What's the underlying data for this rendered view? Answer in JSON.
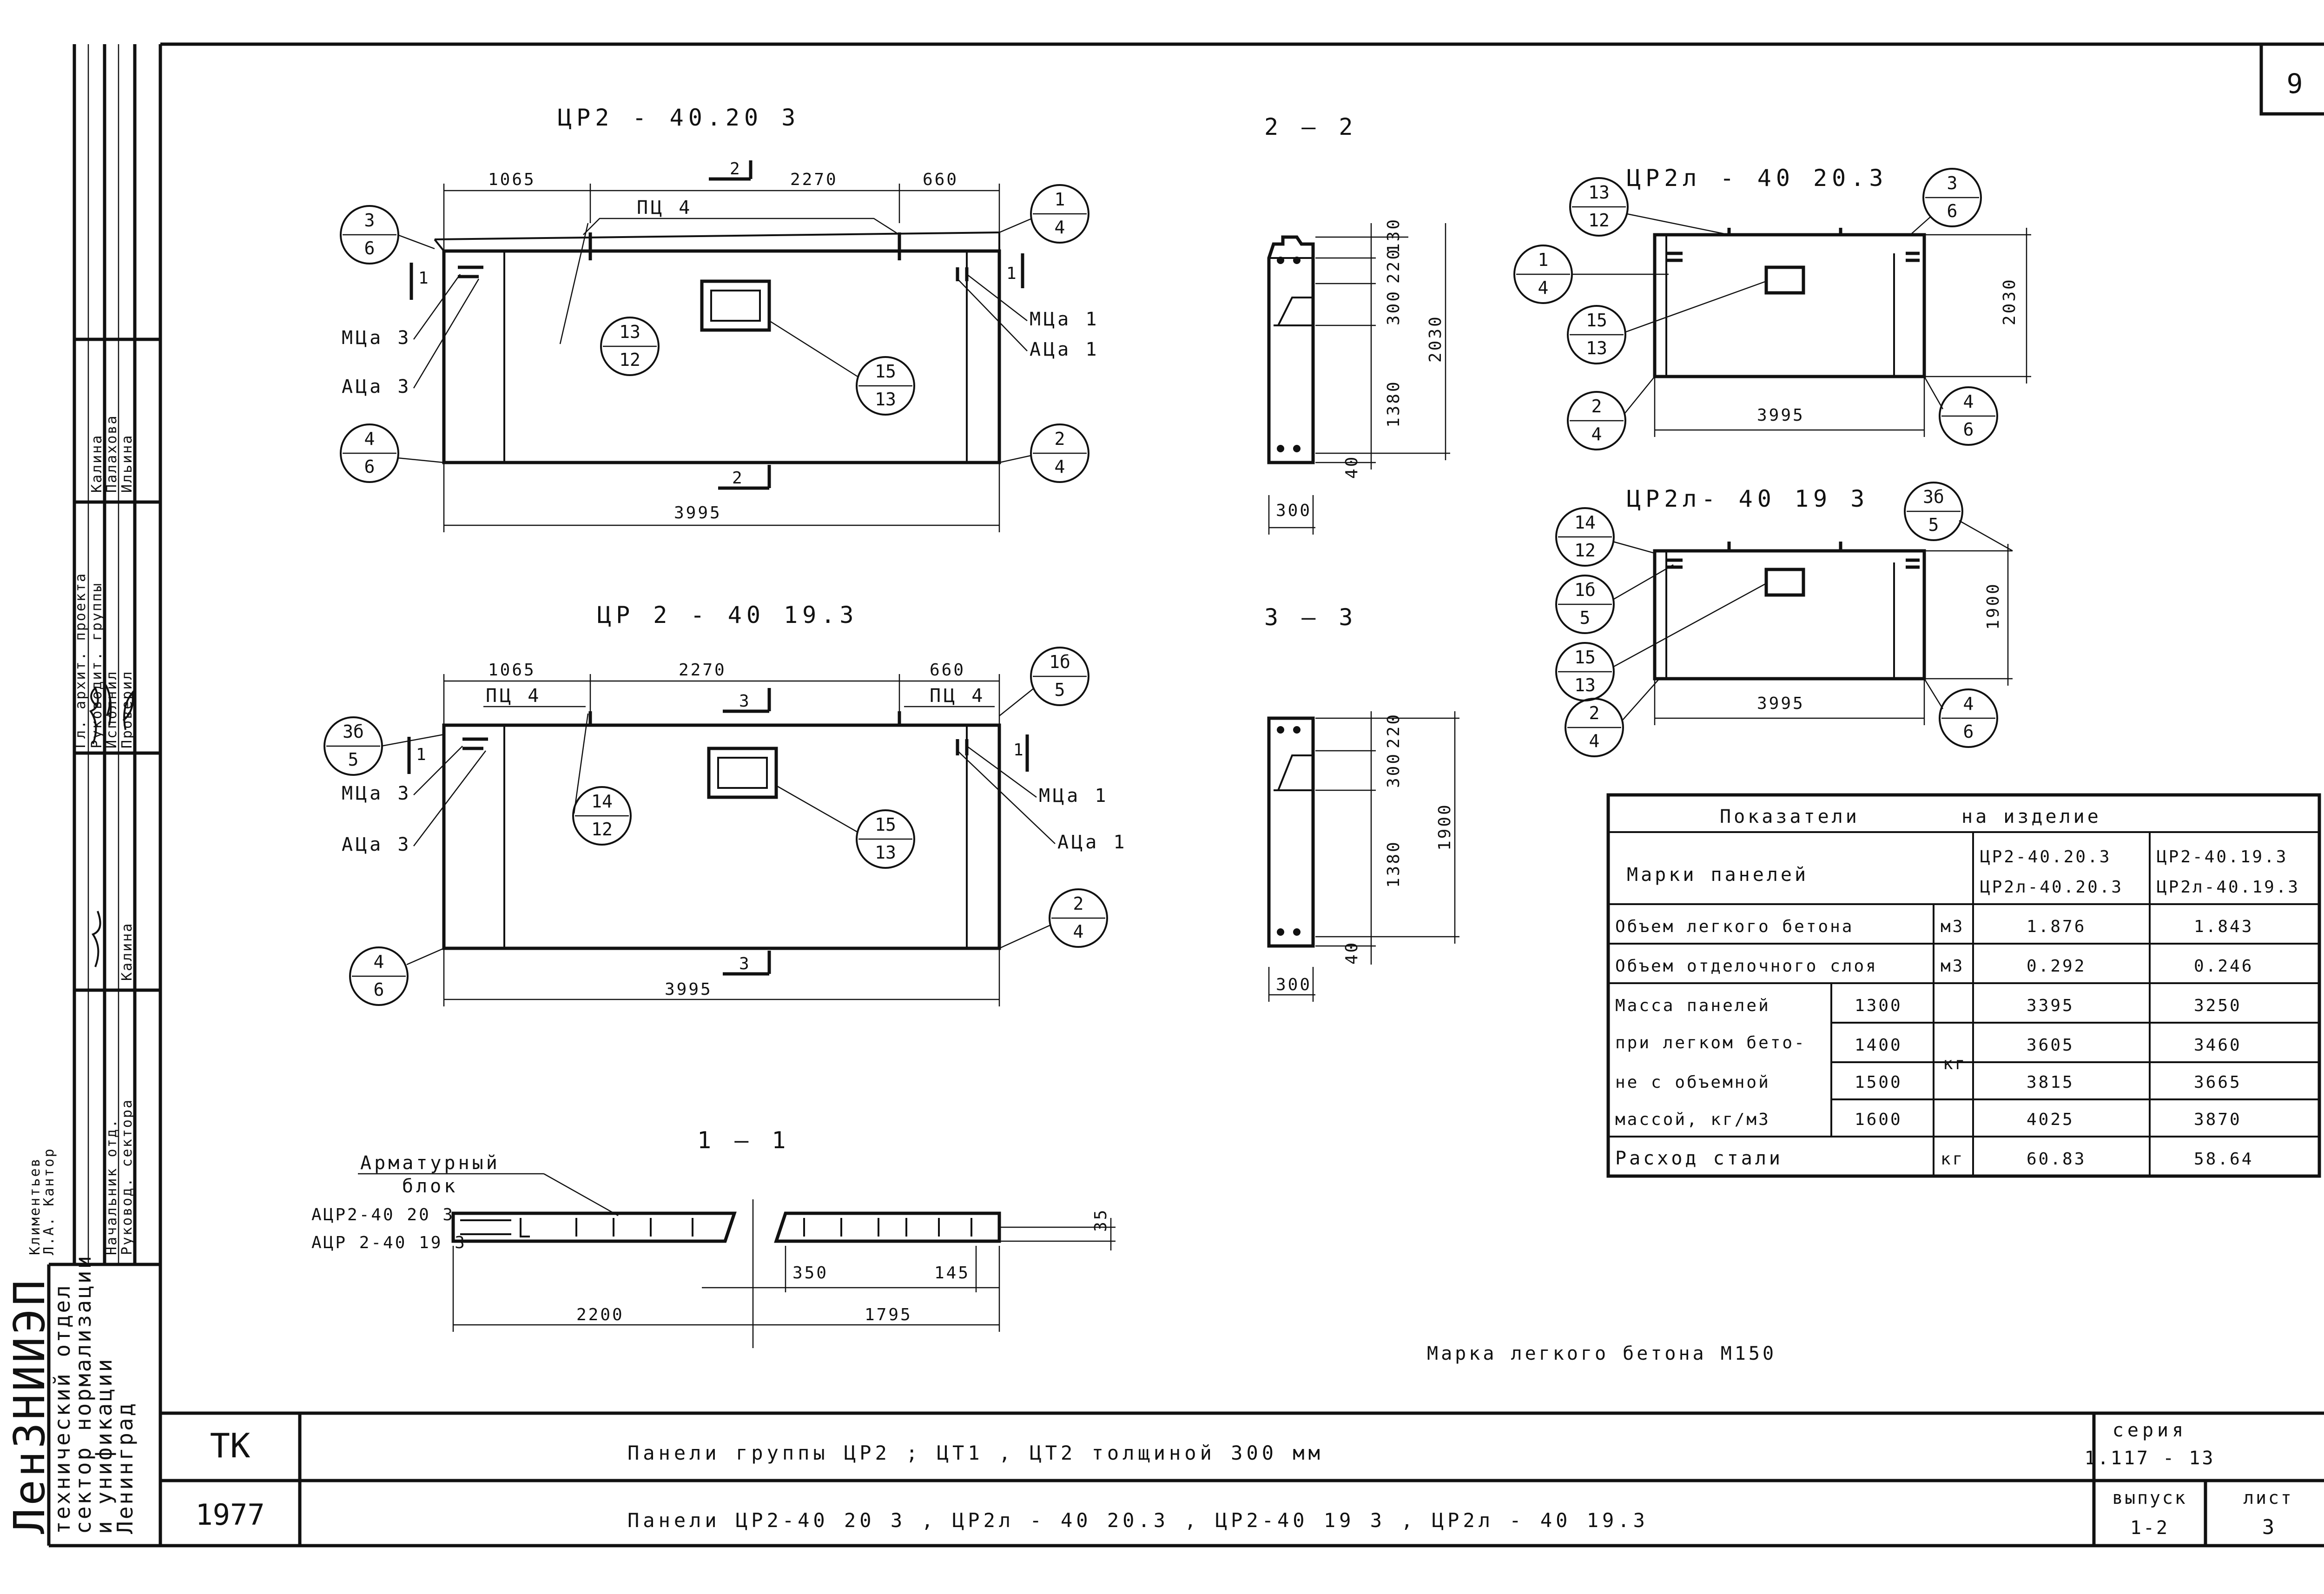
{
  "sheet": {
    "number": "9",
    "mark": "ТК",
    "year": "1977",
    "title_line1": "Панели    группы    ЦР2 ;  ЦТ1 ,  ЦТ2    толщиной     300 мм",
    "title_line2": "Панели   ЦР2-40 20 3 ,  ЦР2л - 40 20.3 ,  ЦР2-40 19 3 ,  ЦР2л - 40 19.3",
    "series_label": "серия",
    "series_value": "1.117 - 13",
    "issue_label": "выпуск",
    "issue_value": "1-2",
    "sheet_label": "лист",
    "sheet_value": "3",
    "concrete_note": "Марка легкого бетона  М150"
  },
  "stamp": {
    "org_line1": "ЛенЗНИИЭП",
    "org_line2": "технический отдел",
    "org_line3": "сектор нормализации",
    "org_line4": "и унификации",
    "org_line5": "Ленинград",
    "roles": [
      "Гл. архит. проекта",
      "Руководит. группы",
      "Исполнил",
      "Проверил",
      "Начальник отд.",
      "Руковод. сектора"
    ],
    "names": [
      "Калина",
      "Палахова",
      "Ильина",
      "Калина"
    ],
    "small_left1": "Климентьев",
    "small_left2": "Л.А. Кантор"
  },
  "panels": {
    "p1": {
      "title": "ЦР2 - 40.20 3",
      "dim_top": [
        "1065",
        "2270",
        "660"
      ],
      "dim_bottom": "3995",
      "label_pc": "ПЦ 4",
      "label_mc": "МЦа 3",
      "label_ac": "АЦа 3",
      "label_mc_r": "МЦа 1",
      "label_ac_r": "АЦа 1",
      "sec_top": "2",
      "sec_bot": "2",
      "sec_left": "1",
      "sec_right": "1",
      "c1": [
        "3",
        "6"
      ],
      "c2": [
        "13",
        "12"
      ],
      "c3": [
        "15",
        "13"
      ],
      "c4": [
        "1",
        "4"
      ],
      "c5": [
        "4",
        "6"
      ],
      "c6": [
        "2",
        "4"
      ]
    },
    "p2": {
      "title": "ЦР 2 - 40 19.3",
      "dim_top": [
        "1065",
        "2270",
        "660"
      ],
      "dim_bottom": "3995",
      "label_pc": "ПЦ 4",
      "label_pc_r": "ПЦ 4",
      "label_mc": "МЦа 3",
      "label_ac": "АЦа 3",
      "label_mc_r": "МЦа 1",
      "label_ac_r": "АЦа 1",
      "sec_top": "3",
      "sec_bot": "3",
      "sec_left": "1",
      "sec_right": "1",
      "c1": [
        "3б",
        "5"
      ],
      "c2": [
        "14",
        "12"
      ],
      "c3": [
        "15",
        "13"
      ],
      "c4": [
        "1б",
        "5"
      ],
      "c5": [
        "4",
        "6"
      ],
      "c6": [
        "2",
        "4"
      ]
    },
    "p3": {
      "title": "ЦР2л - 40 20.3",
      "dim_bottom": "3995",
      "dim_height": "2030",
      "c1": [
        "13",
        "12"
      ],
      "c2": [
        "3",
        "6"
      ],
      "c3": [
        "1",
        "4"
      ],
      "c4": [
        "15",
        "13"
      ],
      "c5": [
        "2",
        "4"
      ],
      "c6": [
        "4",
        "6"
      ]
    },
    "p4": {
      "title": "ЦР2л- 40 19 3",
      "dim_bottom": "3995",
      "dim_height": "1900",
      "c1": [
        "14",
        "12"
      ],
      "c2": [
        "3б",
        "5"
      ],
      "c3": [
        "1б",
        "5"
      ],
      "c4": [
        "15",
        "13"
      ],
      "c5": [
        "2",
        "4"
      ],
      "c6": [
        "4",
        "6"
      ]
    }
  },
  "sections": {
    "s22": {
      "title": "2 — 2",
      "dims": [
        "130",
        "220",
        "300",
        "1380",
        "40"
      ],
      "total": "2030",
      "width": "300"
    },
    "s33": {
      "title": "3 — 3",
      "dims": [
        "220",
        "300",
        "1380",
        "40"
      ],
      "total": "1900",
      "width": "300"
    },
    "s11": {
      "title": "1 — 1",
      "block_label1": "Арматурный",
      "block_label2": "блок",
      "mark1": "АЦР2-40 20 3",
      "mark2": "АЦР 2-40 19 3",
      "d1": "2200",
      "d2": "1795",
      "d3": "350",
      "d4": "145",
      "d5": "35"
    }
  },
  "table": {
    "header_left": "Показатели",
    "header_right": "на   изделие",
    "col_label": "Марки    панелей",
    "col1": [
      "ЦР2-40.20.3",
      "ЦР2л-40.20.3"
    ],
    "col2": [
      "ЦР2-40.19.3",
      "ЦР2л-40.19.3"
    ],
    "rows": [
      {
        "label": "Объем легкого бетона",
        "unit": "м3",
        "v1": "1.876",
        "v2": "1.843"
      },
      {
        "label": "Объем отделочного слоя",
        "unit": "м3",
        "v1": "0.292",
        "v2": "0.246"
      }
    ],
    "mass_label": [
      "Масса панелей",
      "при легком бето-",
      "не с объемной",
      "массой, кг/м3"
    ],
    "mass_unit": "кг",
    "mass_rows": [
      {
        "density": "1300",
        "v1": "3395",
        "v2": "3250"
      },
      {
        "density": "1400",
        "v1": "3605",
        "v2": "3460"
      },
      {
        "density": "1500",
        "v1": "3815",
        "v2": "3665"
      },
      {
        "density": "1600",
        "v1": "4025",
        "v2": "3870"
      }
    ],
    "steel": {
      "label": "Расход    стали",
      "unit": "кг",
      "v1": "60.83",
      "v2": "58.64"
    }
  }
}
